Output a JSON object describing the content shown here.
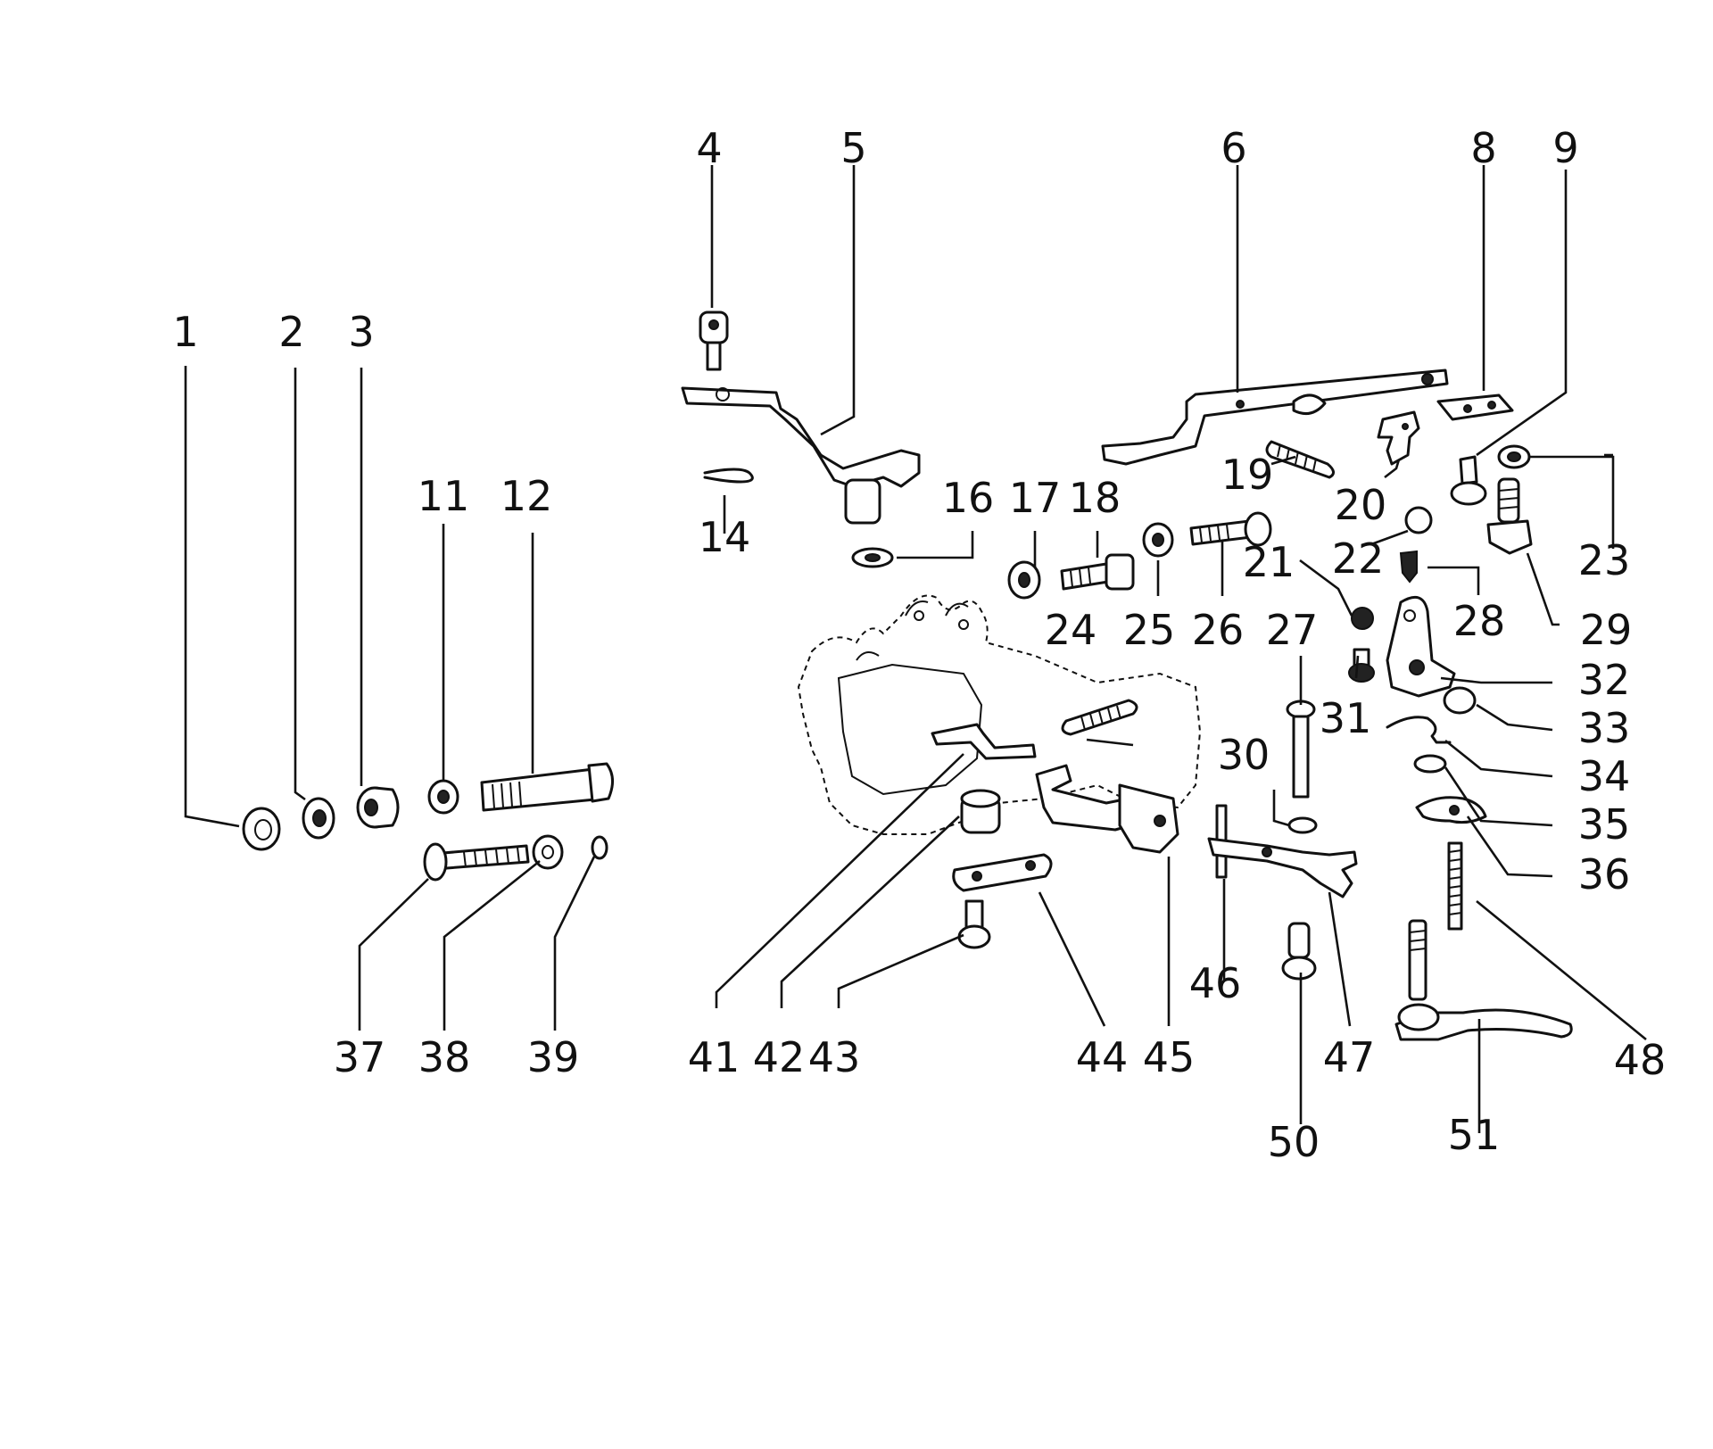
{
  "diagram": {
    "type": "exploded-parts-diagram",
    "labels": [
      "1",
      "2",
      "3",
      "4",
      "5",
      "6",
      "8",
      "9",
      "11",
      "12",
      "14",
      "16",
      "17",
      "18",
      "19",
      "20",
      "21",
      "22",
      "23",
      "24",
      "25",
      "26",
      "27",
      "28",
      "29",
      "30",
      "31",
      "32",
      "33",
      "34",
      "35",
      "36",
      "37",
      "38",
      "39",
      "41",
      "42",
      "43",
      "44",
      "45",
      "46",
      "47",
      "48",
      "50",
      "51"
    ]
  }
}
